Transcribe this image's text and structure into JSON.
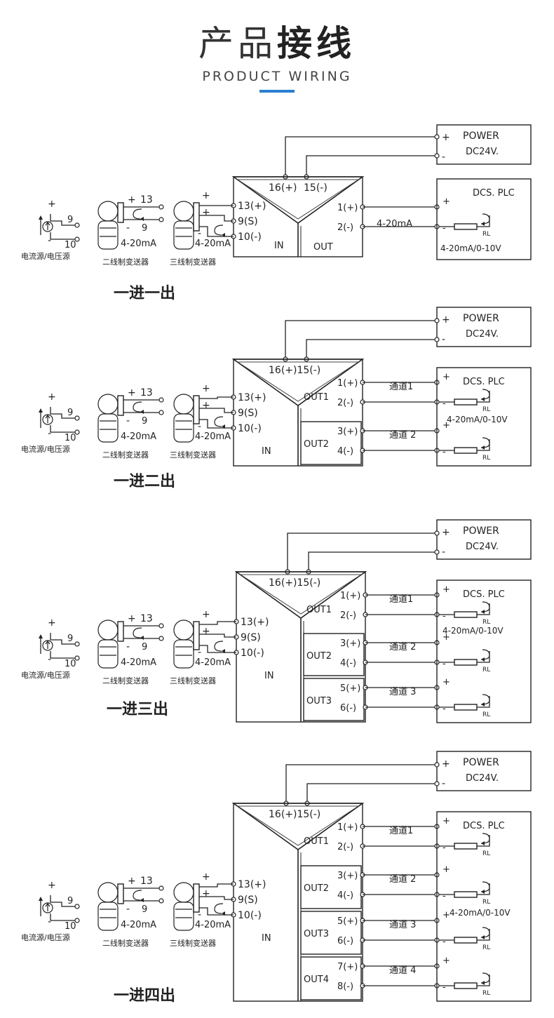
{
  "header": {
    "title_light": "产品",
    "title_bold": "接线",
    "subtitle": "PRODUCT WIRING",
    "accent": "#2a7fd0"
  },
  "common": {
    "power": "POWER",
    "dc": "DC24V.",
    "dcs": "DCS. PLC",
    "rl": "RL",
    "range": "4-20mA/0-10V",
    "plus": "+",
    "minus": "-",
    "src_label": "电流源/电压源",
    "src_9": "9",
    "src_10": "10",
    "two_wire_label": "二线制变送器",
    "three_wire_label": "三线制变送器",
    "ma": "4-20mA",
    "term_13": "13",
    "term_9": "9",
    "in_13": "13(+)",
    "in_9": "9(S)",
    "in_10": "10(-)",
    "in": "IN",
    "out": "OUT",
    "p16": "16(+)",
    "p15": "15(-)",
    "p1615": "16(+)15(-)"
  },
  "diagrams": [
    {
      "caption": "一进一出",
      "outputs": [
        {
          "label": "OUT",
          "p": "1(+)",
          "n": "2(-)",
          "channel": "4-20mA"
        }
      ]
    },
    {
      "caption": "一进二出",
      "outputs": [
        {
          "label": "OUT1",
          "p": "1(+)",
          "n": "2(-)",
          "channel": "通道1"
        },
        {
          "label": "OUT2",
          "p": "3(+)",
          "n": "4(-)",
          "channel": "通道 2"
        }
      ]
    },
    {
      "caption": "一进三出",
      "outputs": [
        {
          "label": "OUT1",
          "p": "1(+)",
          "n": "2(-)",
          "channel": "通道1"
        },
        {
          "label": "OUT2",
          "p": "3(+)",
          "n": "4(-)",
          "channel": "通道 2"
        },
        {
          "label": "OUT3",
          "p": "5(+)",
          "n": "6(-)",
          "channel": "通道 3"
        }
      ]
    },
    {
      "caption": "一进四出",
      "outputs": [
        {
          "label": "OUT1",
          "p": "1(+)",
          "n": "2(-)",
          "channel": "通道1"
        },
        {
          "label": "OUT2",
          "p": "3(+)",
          "n": "4(-)",
          "channel": "通道 2"
        },
        {
          "label": "OUT3",
          "p": "5(+)",
          "n": "6(-)",
          "channel": "通道 3"
        },
        {
          "label": "OUT4",
          "p": "7(+)",
          "n": "8(-)",
          "channel": "通道 4"
        }
      ]
    }
  ]
}
